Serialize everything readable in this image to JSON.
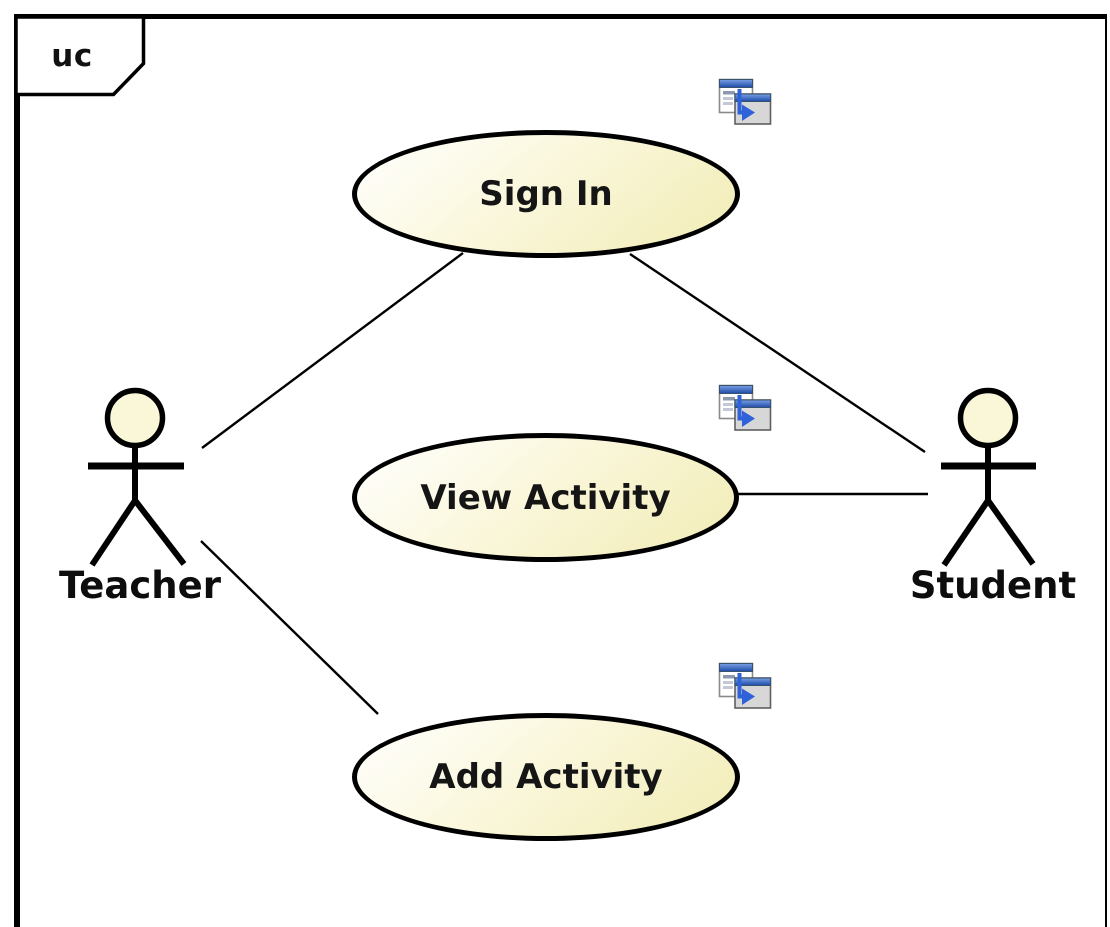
{
  "diagram": {
    "type": "uml-use-case-diagram",
    "frame_label": "uc",
    "use_cases": [
      {
        "label": "Sign In"
      },
      {
        "label": "View Activity"
      },
      {
        "label": "Add Activity"
      }
    ],
    "actors": [
      {
        "label": "Teacher"
      },
      {
        "label": "Student"
      }
    ],
    "associations": [
      {
        "from": "Teacher",
        "to": "Sign In"
      },
      {
        "from": "Student",
        "to": "Sign In"
      },
      {
        "from": "Student",
        "to": "View Activity"
      },
      {
        "from": "Teacher",
        "to": "Add Activity"
      }
    ],
    "decorator_icons": [
      {
        "on": "Sign In",
        "icon": "sub-diagram-icon"
      },
      {
        "on": "View Activity",
        "icon": "sub-diagram-icon"
      },
      {
        "on": "Add Activity",
        "icon": "sub-diagram-icon"
      }
    ],
    "colors": {
      "outline": "#000000",
      "use_case_fill_start": "#ffffff",
      "use_case_fill_end": "#f1ecb4",
      "actor_head_fill": "#faf7d9",
      "icon_blue": "#2f62d8",
      "icon_titlebar_top": "#7aa0e4",
      "icon_titlebar_bottom": "#1d4aa8"
    }
  }
}
